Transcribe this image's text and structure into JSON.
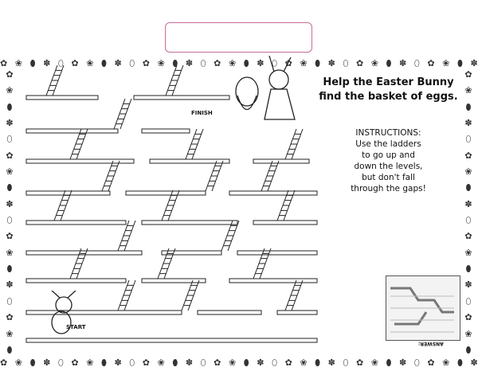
{
  "title": "Help the Easter Bunny find the basket of eggs.",
  "instructions": {
    "heading": "INSTRUCTIONS:",
    "lines": [
      "Use the ladders",
      "to go up and",
      "down the levels,",
      "but don't fall",
      "through the gaps!"
    ]
  },
  "labels": {
    "finish": "FINISH",
    "start": "START",
    "answer": "ANSWER:"
  },
  "colors": {
    "name_box_border": "#c86a9a",
    "line": "#222222"
  }
}
